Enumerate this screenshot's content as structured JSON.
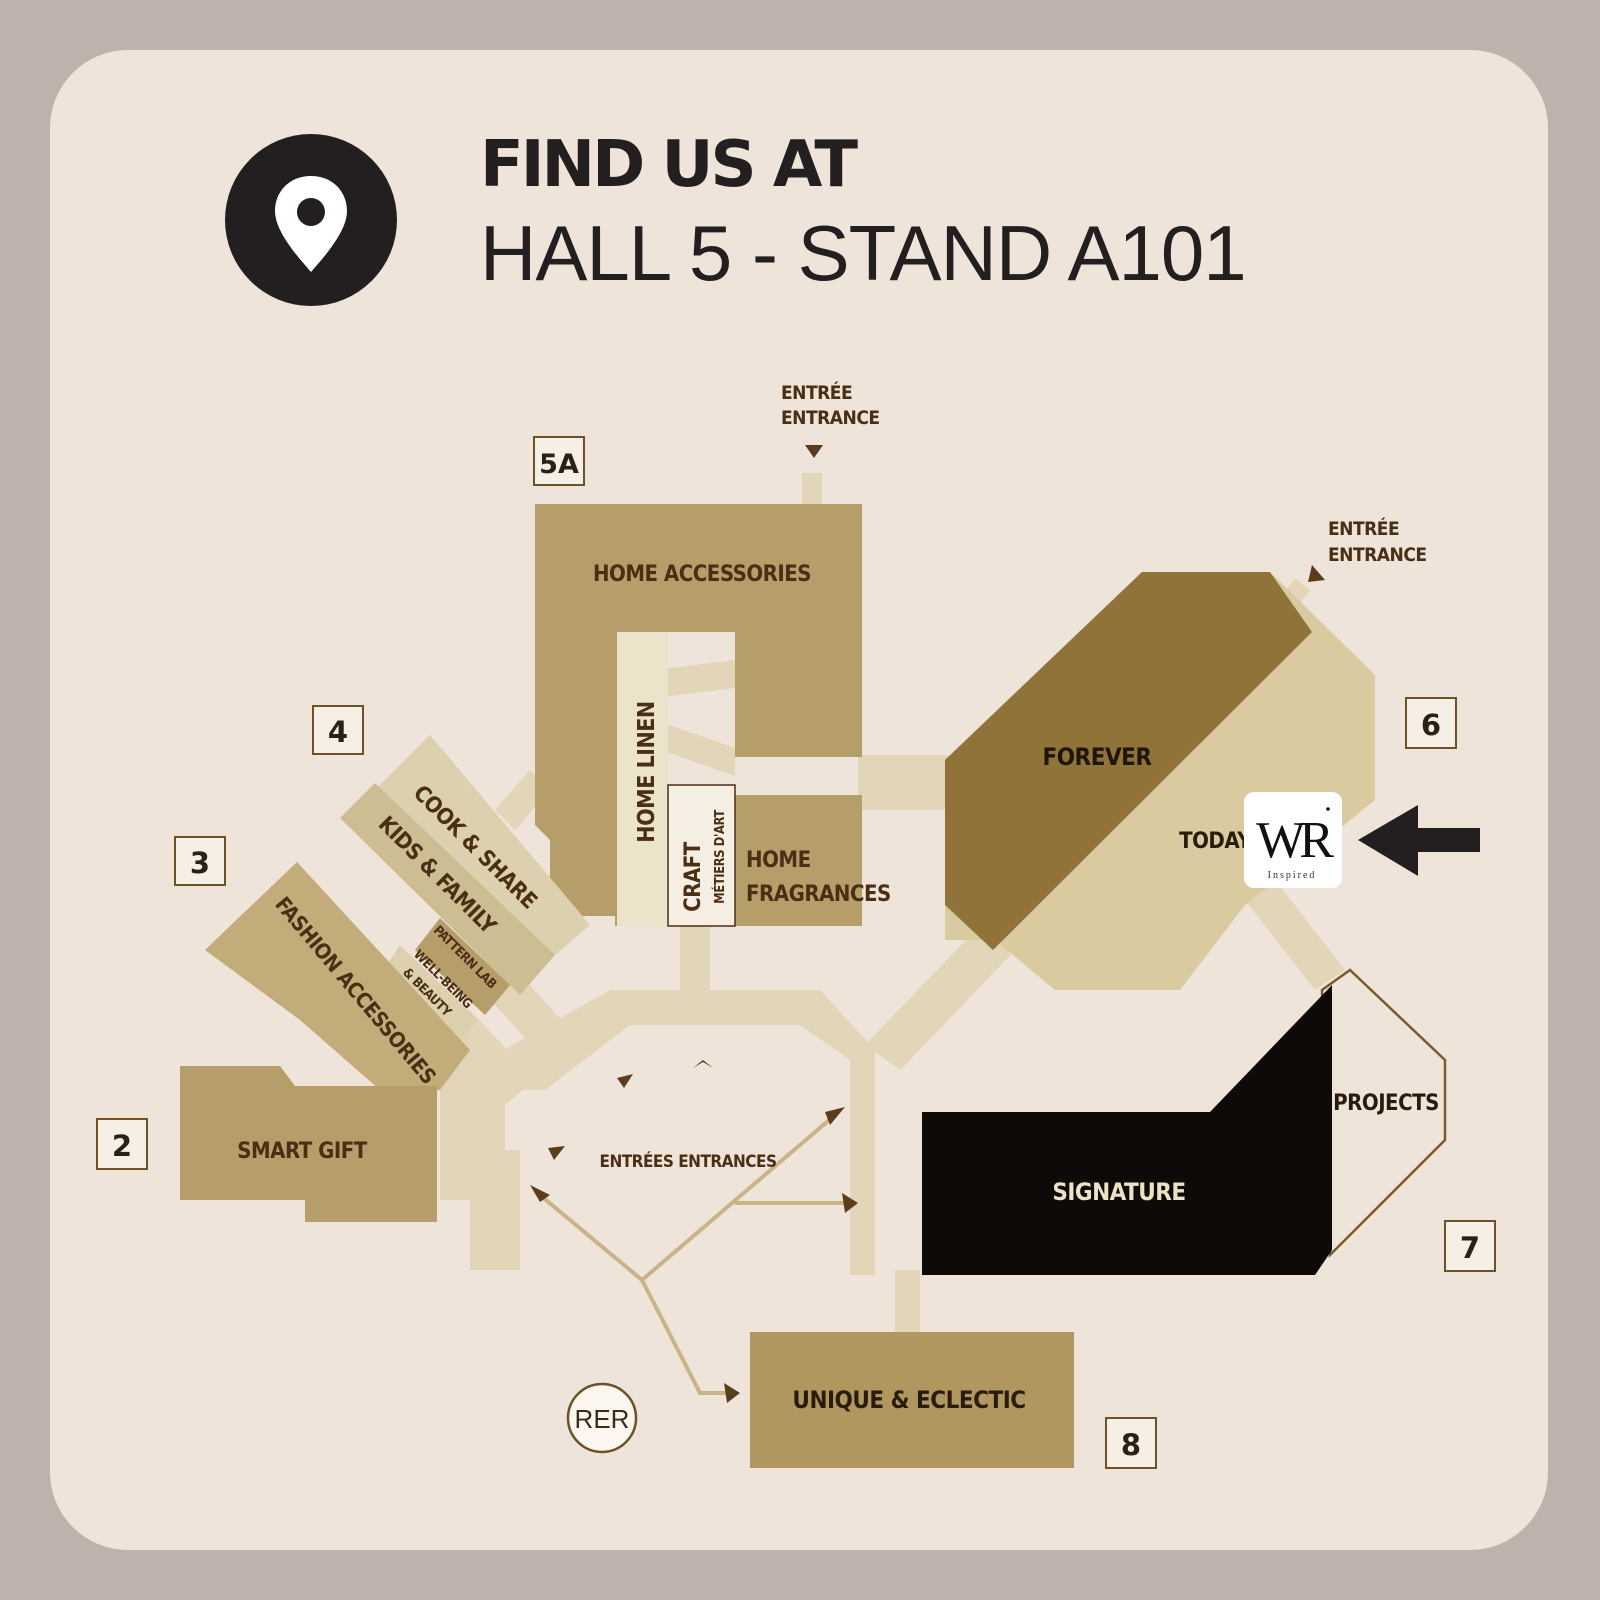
{
  "header": {
    "title": "FIND US AT",
    "location": "HALL 5 - STAND A101"
  },
  "icons": {
    "location": "map-pin-icon",
    "pointer": "arrow-left-icon"
  },
  "colors": {
    "frame": "#bfb2ac",
    "card": "#eee4da",
    "sector": "#b69e6b",
    "sector_light": "#ddd0ae",
    "corridor": "#e2d5b8",
    "forever": "#8f7339",
    "signature": "#0d0a07",
    "text_dark": "#231f20"
  },
  "halls": {
    "h5a": "5A",
    "h4": "4",
    "h3": "3",
    "h2": "2",
    "h6": "6",
    "h7": "7",
    "h8": "8"
  },
  "sectors": {
    "home_accessories": "HOME ACCESSORIES",
    "home_linen": "HOME LINEN",
    "craft": "CRAFT",
    "metiers": "MÉTIERS D'ART",
    "home": "HOME",
    "fragrances": "FRAGRANCES",
    "cook_share": "COOK & SHARE",
    "kids_family": "KIDS & FAMILY",
    "pattern_lab": "PATTERN LAB",
    "well_being": "WELL-BEING",
    "beauty": "& BEAUTY",
    "fashion_accessories": "FASHION ACCESSORIES",
    "smart_gift": "SMART GIFT",
    "forever": "FOREVER",
    "today": "TODAY",
    "signature": "SIGNATURE",
    "projects": "PROJECTS",
    "unique_eclectic": "UNIQUE & ECLECTIC"
  },
  "entrances": {
    "top_fr": "ENTRÉE",
    "top_en": "ENTRANCE",
    "right_fr": "ENTRÉE",
    "right_en": "ENTRANCE",
    "center": "ENTRÉES ENTRANCES"
  },
  "station": "RER",
  "logo": {
    "mark": "WR",
    "tagline": "Inspired"
  }
}
